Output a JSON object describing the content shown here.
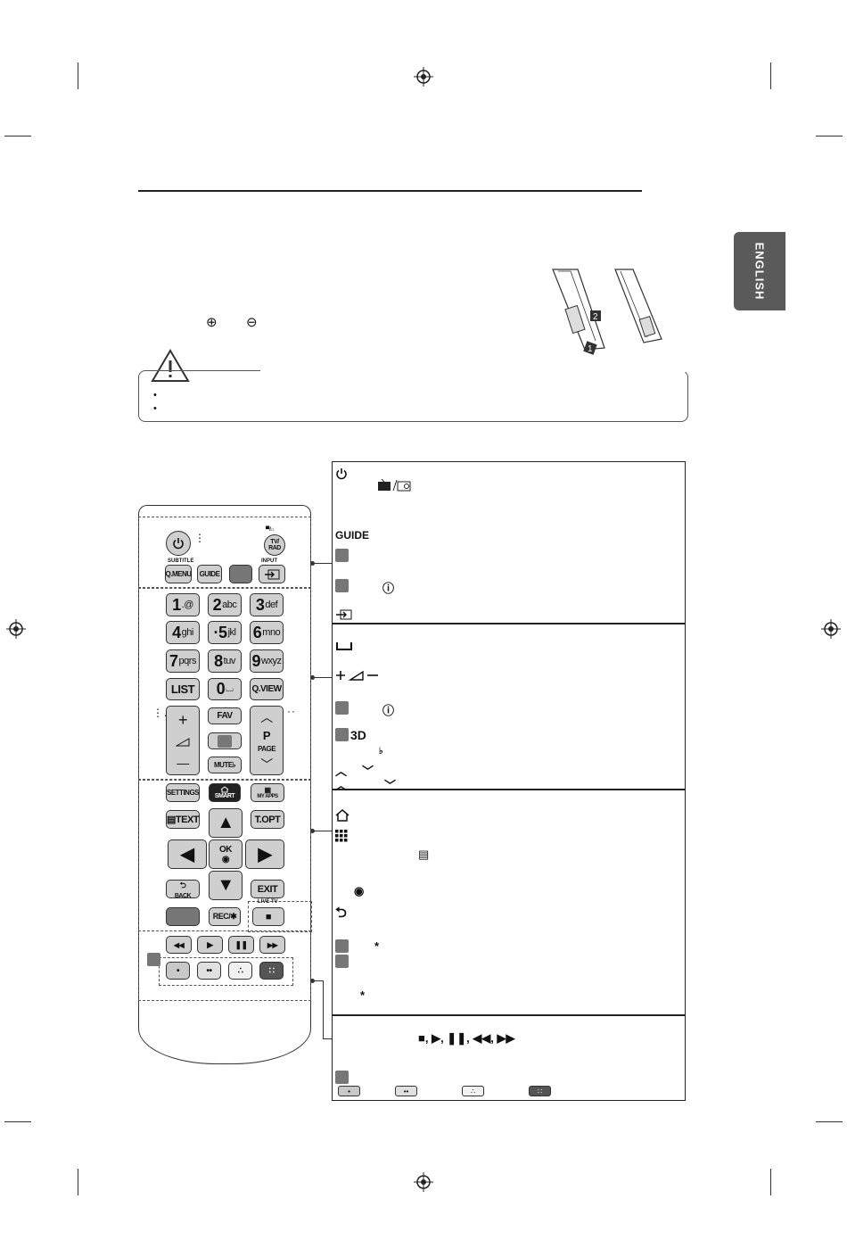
{
  "language_tab": "ENGLISH",
  "install": {
    "plus_symbol": "⊕",
    "minus_symbol": "⊖"
  },
  "caution": {
    "bullets": [
      "•",
      "•"
    ]
  },
  "remote": {
    "power_icon": "power-icon",
    "tv_rad": "TV/\nRAD",
    "tv_rad_top": "▀/⌂",
    "subtitle": "SUBTITLE",
    "input_label": "INPUT",
    "qmenu": "Q.MENU",
    "guide": "GUIDE",
    "numbers": [
      {
        "n": "1",
        "s": ".@"
      },
      {
        "n": "2",
        "s": "abc"
      },
      {
        "n": "3",
        "s": "def"
      },
      {
        "n": "4",
        "s": "ghi"
      },
      {
        "n": "·5",
        "s": "jkl"
      },
      {
        "n": "6",
        "s": "mno"
      },
      {
        "n": "7",
        "s": "pqrs"
      },
      {
        "n": "8",
        "s": "tuv"
      },
      {
        "n": "9",
        "s": "wxyz"
      }
    ],
    "list": "LIST",
    "zero": "0",
    "zero_sub": "⌴",
    "qview": "Q.VIEW",
    "vol_plus": "+",
    "vol_minus": "—",
    "fav": "FAV",
    "mute": "MUTE",
    "p_label": "P",
    "page_label": "PAGE",
    "settings": "SETTINGS",
    "smart": "SMART",
    "my_apps": "MY APPS",
    "text": "TEXT",
    "t_opt": "T.OPT",
    "ok": "OK",
    "back": "BACK",
    "exit": "EXIT",
    "rec": "REC/✱",
    "live_tv": "LIVE TV",
    "stop": "■",
    "transport": [
      "◀◀",
      "▶",
      "❚❚",
      "▶▶"
    ],
    "colors": [
      "•",
      "••",
      "∴",
      "∷"
    ],
    "colors_hex": [
      "#c8c8c8",
      "#e0e0e0",
      "#f2f2f2",
      "#555555"
    ]
  },
  "panel": {
    "guide": "GUIDE",
    "threed": "3D",
    "transport_list": "■, ▶, ❚❚, ◀◀, ▶▶",
    "asterisk": "*"
  }
}
